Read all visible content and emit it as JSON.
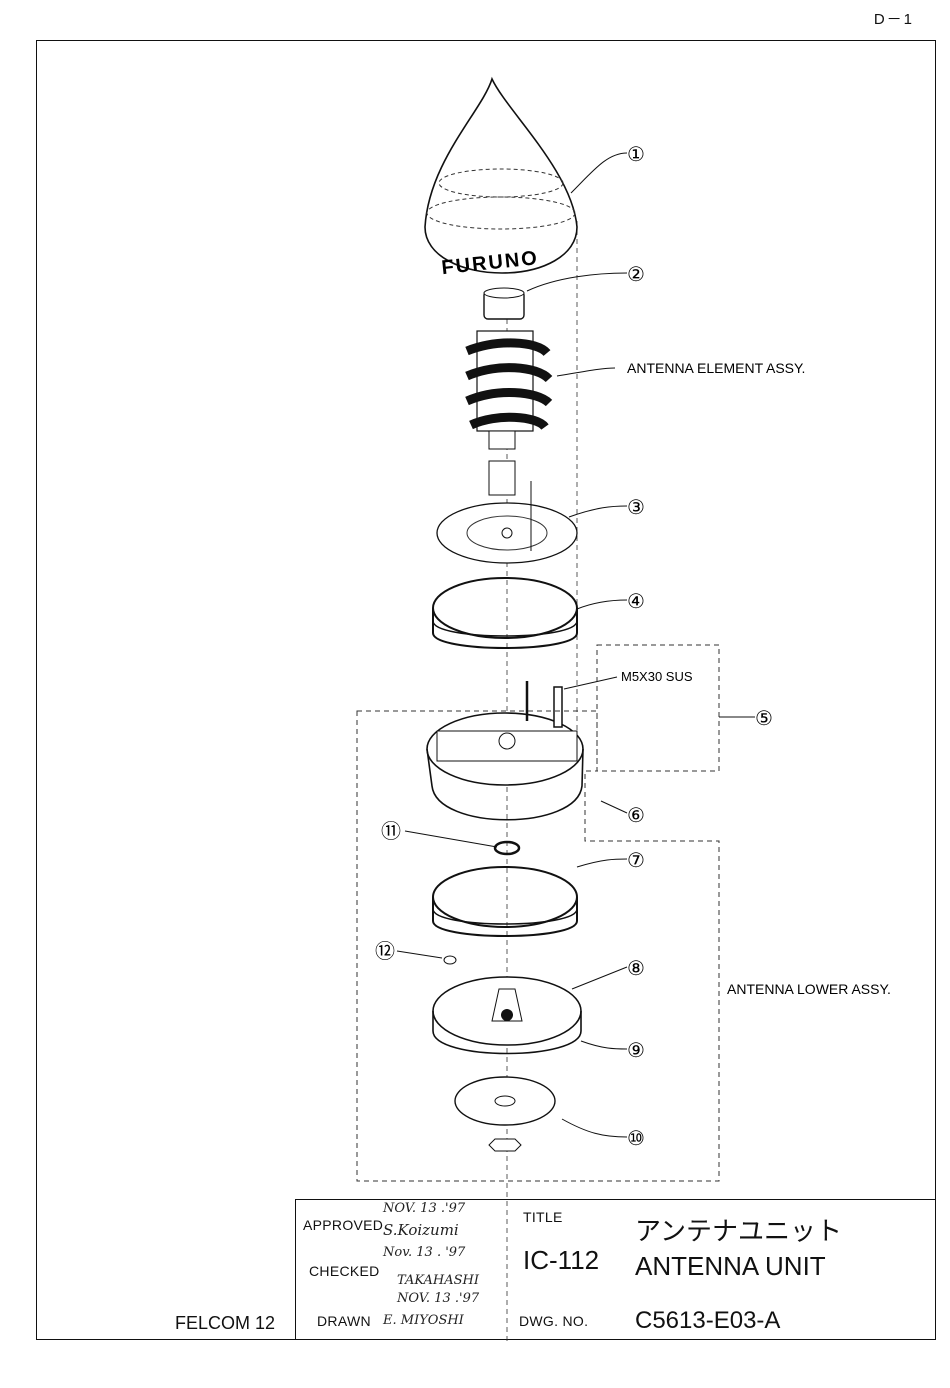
{
  "page_number": "D－1",
  "callouts": [
    "①",
    "②",
    "③",
    "④",
    "⑤",
    "⑥",
    "⑦",
    "⑧",
    "⑨",
    "⑩",
    "⑪",
    "⑫"
  ],
  "labels": {
    "element_assy": "ANTENNA ELEMENT ASSY.",
    "screw": "M5X30 SUS",
    "lower_assy": "ANTENNA LOWER ASSY.",
    "brand": "FURUNO"
  },
  "title_block": {
    "approved_label": "APPROVED",
    "checked_label": "CHECKED",
    "drawn_label": "DRAWN",
    "title_label": "TITLE",
    "dwg_no_label": "DWG. NO.",
    "approved_date": "NOV. 13 .'97",
    "approved_by": "S.Koizumi",
    "checked_date": "Nov. 13 . '97",
    "checked_by": "TAKAHASHI",
    "drawn_date": "NOV. 13 .'97",
    "drawn_by": "E. MIYOSHI",
    "model_code": "IC-112",
    "title_jp": "アンテナユニット",
    "title_en": "ANTENNA UNIT",
    "dwg_no": "C5613-E03-A",
    "product": "FELCOM 12"
  }
}
